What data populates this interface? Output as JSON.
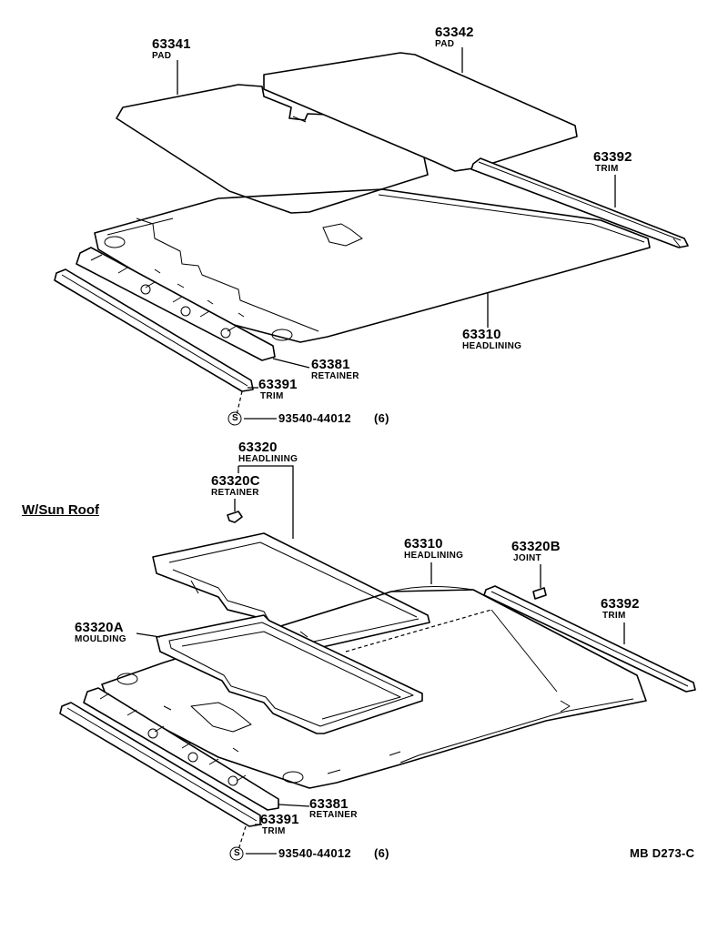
{
  "diagram": {
    "section_title": "W/Sun Roof",
    "drawing_code": "MB D273-C",
    "top": {
      "pad_left": {
        "number": "63341",
        "name": "PAD"
      },
      "pad_right": {
        "number": "63342",
        "name": "PAD"
      },
      "trim_side": {
        "number": "63392",
        "name": "TRIM"
      },
      "headlining": {
        "number": "63310",
        "name": "HEADLINING"
      },
      "retainer": {
        "number": "63381",
        "name": "RETAINER"
      },
      "trim_front": {
        "number": "63391",
        "name": "TRIM"
      },
      "screw_symbol": "S",
      "screw": {
        "number": "93540-44012",
        "qty": "(6)"
      }
    },
    "bottom": {
      "sunroof_headlining": {
        "number": "63320",
        "name": "HEADLINING"
      },
      "sunroof_retainer": {
        "number": "63320C",
        "name": "RETAINER"
      },
      "headlining": {
        "number": "63310",
        "name": "HEADLINING"
      },
      "joint": {
        "number": "63320B",
        "name": "JOINT"
      },
      "trim_side": {
        "number": "63392",
        "name": "TRIM"
      },
      "moulding": {
        "number": "63320A",
        "name": "MOULDING"
      },
      "retainer": {
        "number": "63381",
        "name": "RETAINER"
      },
      "trim_front": {
        "number": "63391",
        "name": "TRIM"
      },
      "screw_symbol": "S",
      "screw": {
        "number": "93540-44012",
        "qty": "(6)"
      }
    }
  }
}
